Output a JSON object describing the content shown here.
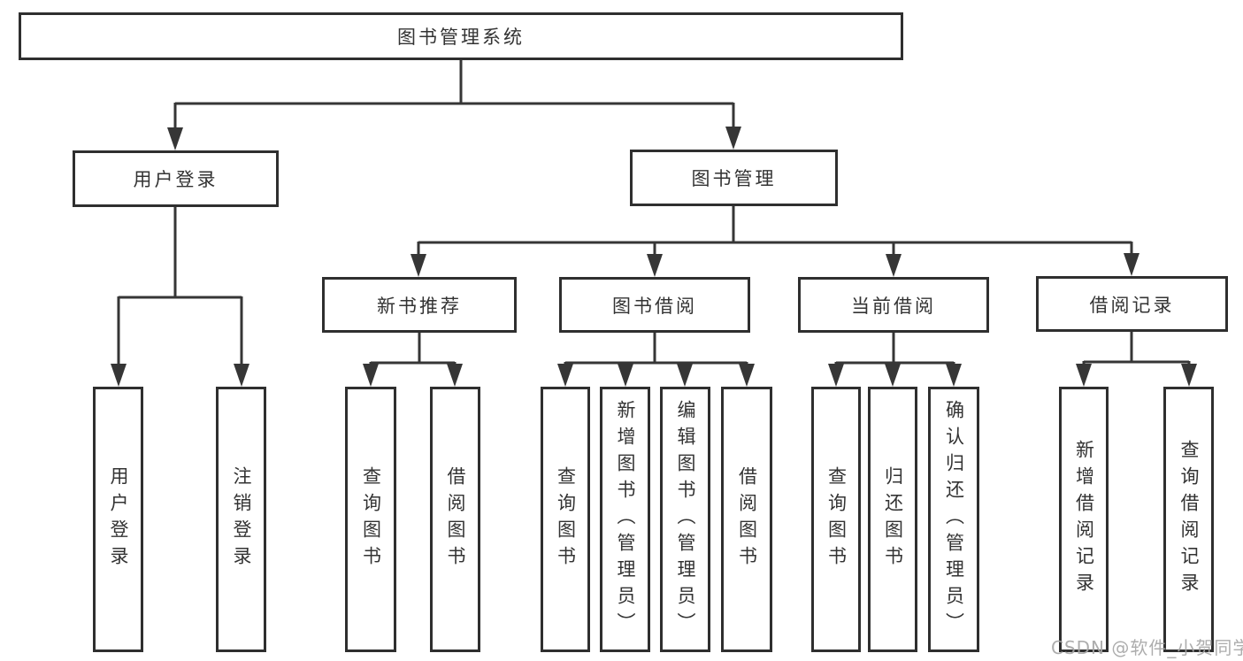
{
  "tree": {
    "root": {
      "label": "图书管理系统"
    },
    "branches": [
      {
        "label": "用户登录",
        "children": [
          {
            "label": "用户登录"
          },
          {
            "label": "注销登录"
          }
        ]
      },
      {
        "label": "图书管理",
        "children": [
          {
            "label": "新书推荐",
            "children": [
              {
                "label": "查询图书"
              },
              {
                "label": "借阅图书"
              }
            ]
          },
          {
            "label": "图书借阅",
            "children": [
              {
                "label": "查询图书"
              },
              {
                "label": "新增图书（管理员）"
              },
              {
                "label": "编辑图书（管理员）"
              },
              {
                "label": "借阅图书"
              }
            ]
          },
          {
            "label": "当前借阅",
            "children": [
              {
                "label": "查询图书"
              },
              {
                "label": "归还图书"
              },
              {
                "label": "确认归还（管理员）"
              }
            ]
          },
          {
            "label": "借阅记录",
            "children": [
              {
                "label": "新增借阅记录"
              },
              {
                "label": "查询借阅记录"
              }
            ]
          }
        ]
      }
    ]
  },
  "watermark": "CSDN @软件_小贺同学",
  "colors": {
    "line": "#363636",
    "box_border": "#2f2f2f",
    "text": "#333333",
    "watermark": "#a6a6a6",
    "background": "#ffffff"
  }
}
